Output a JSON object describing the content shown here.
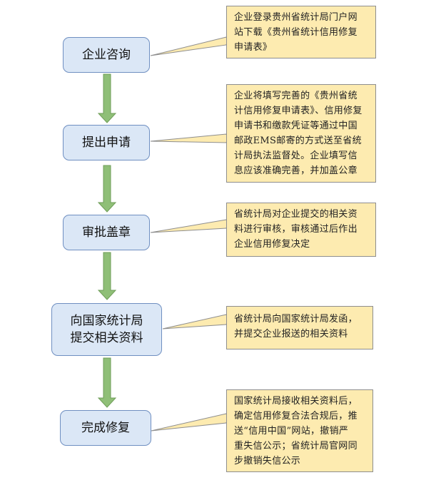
{
  "steps": [
    {
      "lines": [
        "企业咨询"
      ]
    },
    {
      "lines": [
        "提出申请"
      ]
    },
    {
      "lines": [
        "审批盖章"
      ]
    },
    {
      "lines": [
        "向国家统计局",
        "提交相关资料"
      ]
    },
    {
      "lines": [
        "完成修复"
      ]
    }
  ],
  "notes": [
    {
      "lines": [
        "企业登录贵州省统计局门户网",
        "站下载《贵州省统计信用修复",
        "申请表》"
      ]
    },
    {
      "lines": [
        "企业将填写完善的《贵州省统",
        "计信用修复申请表》、信用修复",
        "申请书和缴款凭证等通过中国",
        "邮政EMS邮寄的方式送至省统",
        "计局执法监督处。企业填写信",
        "息应该准确完善，并加盖公章"
      ]
    },
    {
      "lines": [
        "省统计局对企业提交的相关资",
        "料进行审核，审核通过后作出",
        "企业信用修复决定"
      ]
    },
    {
      "lines": [
        "省统计局向国家统计局发函，",
        "并提交企业报送的相关资料"
      ]
    },
    {
      "lines": [
        "国家统计局接收相关资料后，",
        "确定信用修复合法合规后，推",
        "送“信用中国”网站，撤销严",
        "重失信公示；省统计局官网同",
        "步撤销失信公示"
      ]
    }
  ],
  "colors": {
    "arrow_fill": "#8fbf77",
    "arrow_stroke": "#6f9e58",
    "step_fill": "#dbe7f6",
    "note_fill": "#fdebb0"
  }
}
